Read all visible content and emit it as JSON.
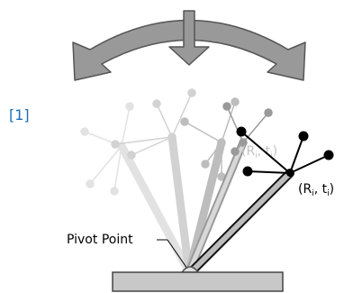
{
  "reference": "[1]",
  "labels": {
    "pivot": "Pivot Point",
    "pose_faded": {
      "open": "(R",
      "sub1": "i",
      "mid": ", t",
      "sub2": "i",
      "close": ")"
    },
    "pose_main": {
      "open": "(R",
      "sub1": "i",
      "mid": ", t",
      "sub2": "i",
      "close": ")"
    }
  },
  "colors": {
    "arrow_fill": "#999999",
    "arrow_stroke": "#555555",
    "base_fill": "#c8c8c8",
    "main_arm": "#000000",
    "ghost_4": "#9a9a9a",
    "ghost_3": "#bdbdbd",
    "ghost_2": "#d2d2d2",
    "ghost_1": "#e2e2e2",
    "reference_text": "#1e6fb8"
  }
}
